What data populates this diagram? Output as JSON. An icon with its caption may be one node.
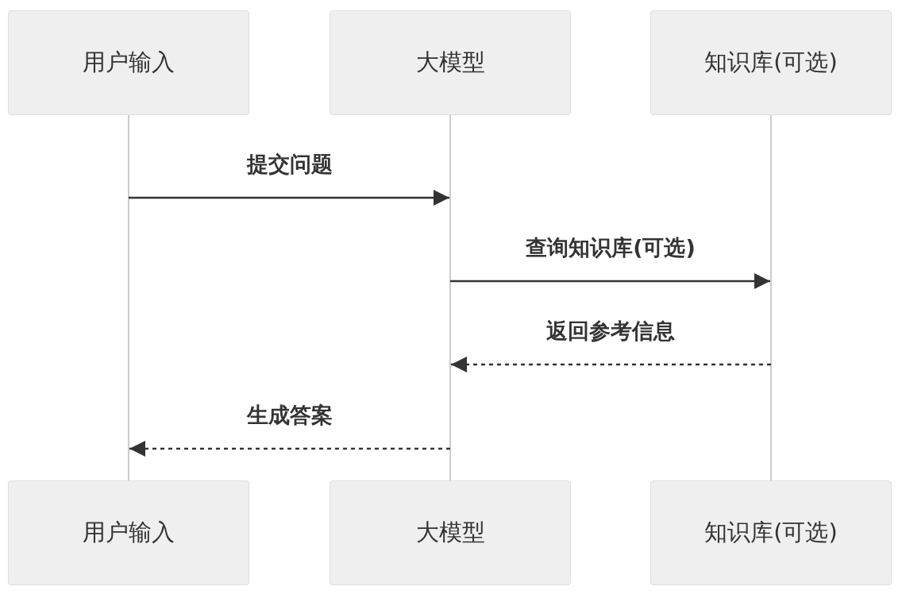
{
  "diagram": {
    "nodes": [
      {
        "text": [
          "用户输入"
        ]
      },
      {
        "text": [
          "大模型"
        ]
      },
      {
        "text": [
          "知识库(可选)"
        ]
      },
      {
        "text": [],
        "shape": "bar"
      },
      {
        "text": [],
        "shape": "bar"
      },
      {
        "text": [],
        "shape": "bar"
      },
      {
        "text": [
          "用户输入"
        ]
      },
      {
        "text": [
          "大模型"
        ]
      },
      {
        "text": [
          "知识库(可选)"
        ]
      }
    ],
    "edges": [
      {
        "from": 3,
        "to": 4,
        "arrow": "to",
        "label": "提交问题"
      },
      {
        "from": 4,
        "to": 5,
        "arrow": "to",
        "label": "查询知识库(可选)"
      },
      {
        "from": 5,
        "to": 4,
        "arrow": "to",
        "label": "返回参考信息",
        "style": "dashed"
      },
      {
        "from": 4,
        "to": 3,
        "arrow": "to",
        "label": "生成答案",
        "style": "dashed"
      }
    ]
  }
}
